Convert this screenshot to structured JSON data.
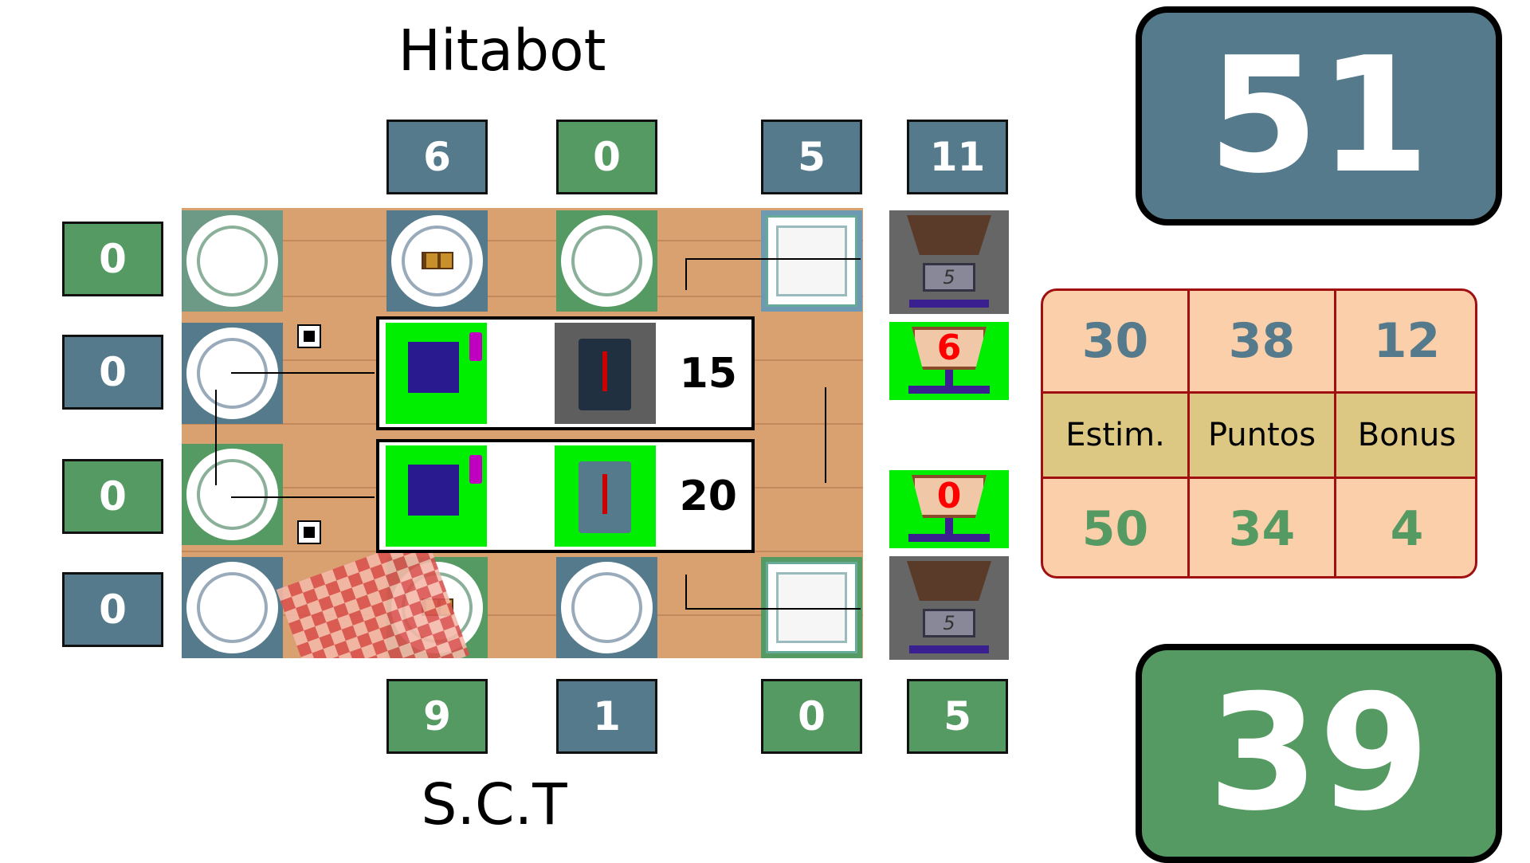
{
  "teams": {
    "top_name": "Hitabot",
    "bottom_name": "S.C.T"
  },
  "scores": {
    "top_total": "51",
    "bottom_total": "39"
  },
  "colors": {
    "team_top": "#557a8b",
    "team_bottom": "#559a62",
    "robot_field": "#00ee00",
    "table_bg": "#fbcfaa",
    "table_header": "#dcc882"
  },
  "column_counts": {
    "top": [
      "6",
      "0",
      "5",
      "11"
    ],
    "bottom": [
      "9",
      "1",
      "0",
      "5"
    ]
  },
  "row_counts": [
    "0",
    "0",
    "0",
    "0"
  ],
  "robots": [
    {
      "score": "15"
    },
    {
      "score": "20"
    }
  ],
  "scale_readouts": [
    "5",
    "5"
  ],
  "tray_values": [
    "6",
    "0"
  ],
  "score_table": {
    "top_row": [
      "30",
      "38",
      "12"
    ],
    "headers": [
      "Estim.",
      "Puntos",
      "Bonus"
    ],
    "bottom_row": [
      "50",
      "34",
      "4"
    ]
  }
}
